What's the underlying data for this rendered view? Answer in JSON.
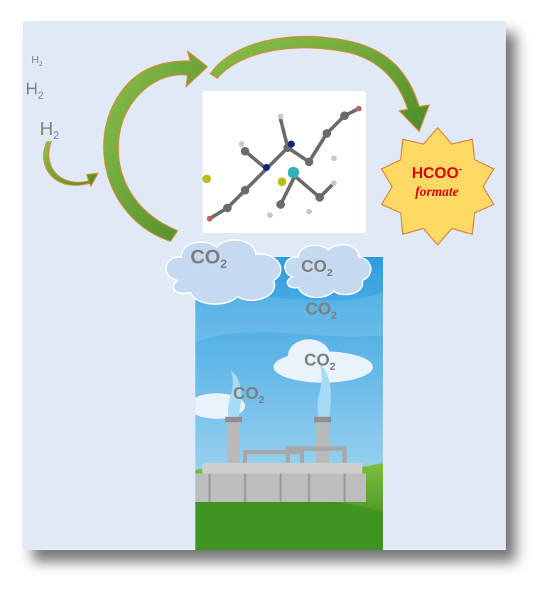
{
  "hydrogen_labels": [
    {
      "main": "H",
      "sub": "2"
    },
    {
      "main": "H",
      "sub": "2"
    },
    {
      "main": "H",
      "sub": "2"
    }
  ],
  "product": {
    "formula": "HCOO",
    "charge": "-",
    "name": "formate"
  },
  "co2_labels": [
    {
      "main": "CO",
      "sub": "2"
    },
    {
      "main": "CO",
      "sub": "2"
    },
    {
      "main": "CO",
      "sub": "2"
    },
    {
      "main": "CO",
      "sub": "2"
    },
    {
      "main": "CO",
      "sub": "2"
    }
  ],
  "colors": {
    "arrow": "#6aa53a",
    "arrow_edge": "#d98a3a",
    "star_fill": "#ffd966",
    "star_edge": "#e07b39",
    "product_text": "#e00000",
    "cloud": "#c5daf0",
    "sky": "#2e9fe0",
    "grass": "#4aa52a"
  },
  "icons": [
    "catalyst-molecule-icon",
    "factory-icon",
    "smokestack-icon",
    "cloud-icon",
    "arrow-icon"
  ]
}
